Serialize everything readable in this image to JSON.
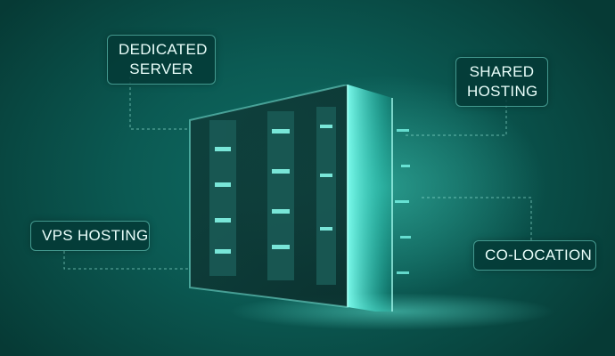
{
  "labels": {
    "dedicated_server": [
      "DEDICATED",
      "SERVER"
    ],
    "shared_hosting": [
      "SHARED",
      "HOSTING"
    ],
    "vps_hosting": "VPS HOSTING",
    "co_location": "CO-LOCATION"
  },
  "colors": {
    "background": "#0b5a53",
    "glow": "#5affe6",
    "label_bg": "#043a36",
    "label_border": "#78e6d7",
    "label_text": "#eafffb"
  },
  "icons": [
    "server-rack-illustration"
  ]
}
